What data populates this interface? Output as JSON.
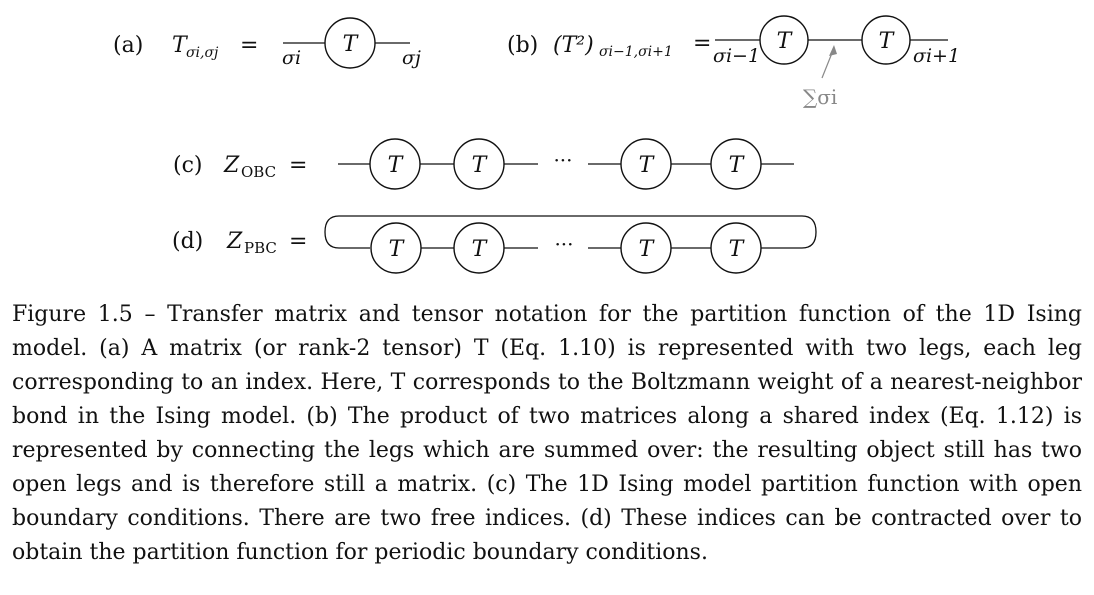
{
  "panels": {
    "a": {
      "label": "(a)",
      "lhs": "T",
      "lhs_sub": "σi,σj",
      "equals": "=",
      "left_index": "σi",
      "node": "T",
      "right_index": "σj"
    },
    "b": {
      "label": "(b)",
      "lhs": "(T²)",
      "lhs_sub": "σi−1,σi+1",
      "equals": "=",
      "left_index": "σi−1",
      "nodes": [
        "T",
        "T"
      ],
      "right_index": "σi+1",
      "sum_label": "∑σi"
    },
    "c": {
      "label": "(c)",
      "lhs": "Z",
      "lhs_sub": "OBC",
      "equals": "=",
      "nodes": [
        "T",
        "T",
        "T",
        "T"
      ],
      "ellipsis": "···"
    },
    "d": {
      "label": "(d)",
      "lhs": "Z",
      "lhs_sub": "PBC",
      "equals": "=",
      "nodes": [
        "T",
        "T",
        "T",
        "T"
      ],
      "ellipsis": "···"
    }
  },
  "caption": {
    "text": "Figure 1.5 – Transfer matrix and tensor notation for the partition function of the 1D Ising model. (a) A matrix (or rank-2 tensor) T (Eq. 1.10) is represented with two legs, each leg corresponding to an index. Here, T corresponds to the Boltzmann weight of a nearest-neighbor bond in the Ising model. (b) The product of two matrices along a shared index (Eq. 1.12) is represented by connecting the legs which are summed over: the resulting object still has two open legs and is therefore still a matrix. (c) The 1D Ising model partition function with open boundary conditions. There are two free indices. (d) These indices can be contracted over to obtain the partition function for periodic boundary conditions."
  }
}
